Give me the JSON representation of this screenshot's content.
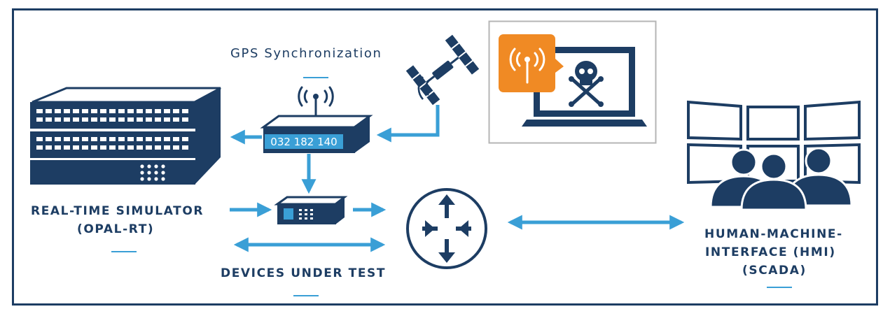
{
  "labels": {
    "gps": "GPS Synchronization",
    "simulator_line1": "REAL-TIME SIMULATOR",
    "simulator_line2": "(OPAL-RT)",
    "devices": "DEVICES UNDER TEST",
    "hmi_line1": "HUMAN-MACHINE-",
    "hmi_line2": "INTERFACE (HMI)",
    "hmi_line3": "(SCADA)"
  },
  "gps_clock_display": "032 182 140",
  "colors": {
    "navy": "#1d3d63",
    "arrow_blue": "#3a9fd6",
    "alert_orange": "#f08a24",
    "frame_gray": "#b5b5b5"
  },
  "icons": [
    "satellite-icon",
    "gps-clock-icon",
    "wireless-icon",
    "simulator-rack-icon",
    "device-under-test-icon",
    "router-icon",
    "attacker-laptop-icon",
    "skull-crossbones-icon",
    "hmi-monitor-wall-icon",
    "operators-icon"
  ]
}
